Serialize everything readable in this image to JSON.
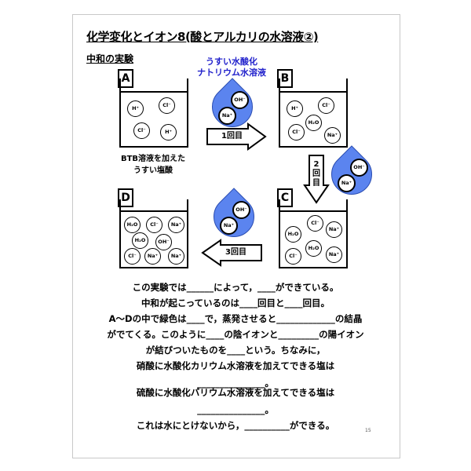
{
  "title": "化学変化とイオン8(酸とアルカリの水溶液②)",
  "subtitle": "中和の実験",
  "reagent_label": [
    "うすい水酸化",
    "ナトリウム水溶液"
  ],
  "beakers": {
    "A": {
      "label": "A",
      "ions": [
        "H⁺",
        "Cl⁻",
        "Cl⁻",
        "H⁺"
      ],
      "caption": [
        "BTB溶液を加えた",
        "うすい塩酸"
      ]
    },
    "B": {
      "label": "B",
      "ions": [
        "H⁺",
        "Cl⁻",
        "H₂O",
        "Cl⁻",
        "Na⁺"
      ]
    },
    "C": {
      "label": "C",
      "ions": [
        "Cl⁻",
        "H₂O",
        "Na⁺",
        "H₂O",
        "Cl⁻",
        "Na⁺"
      ]
    },
    "D": {
      "label": "D",
      "ions": [
        "H₂O",
        "Cl⁻",
        "Na⁺",
        "H₂O",
        "OH⁻",
        "Cl⁻",
        "Na⁺",
        "Na⁺"
      ]
    }
  },
  "drop_ions": [
    "OH⁻",
    "Na⁺"
  ],
  "arrows": {
    "first": "1回目",
    "second": [
      "2",
      "回",
      "目"
    ],
    "third": "3回目"
  },
  "questions": [
    "この実験では______によって，____ができている。",
    "中和が起こっているのは____回目と____回目。",
    "A～Dの中で緑色は____で，蒸発させると_____________の結晶",
    "がでてくる。このように____の陰イオンと_________の陽イオン",
    "が結びついたものを____という。ちなみに，",
    "硝酸に水酸化カリウム水溶液を加えてできる塩は",
    "_______________。",
    "硫酸に水酸化バリウム水溶液を加えてできる塩は",
    "_______________。",
    "これは水にとけないから，__________ができる。"
  ],
  "page_number": "15"
}
